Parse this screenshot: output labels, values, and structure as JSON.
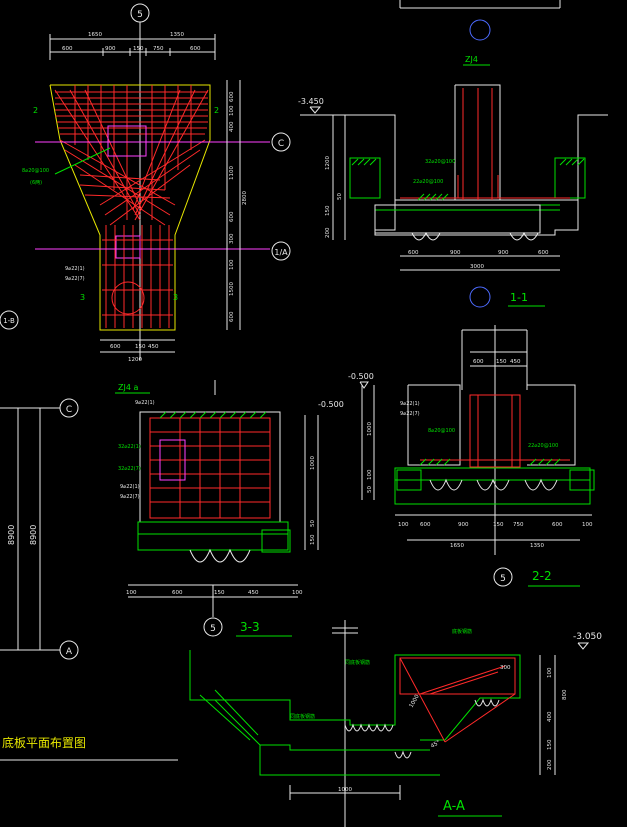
{
  "axes": {
    "top_5": "5",
    "c_top": "C",
    "a_1": "1/A",
    "b_1": "1-B",
    "c_left": "C",
    "a_left": "A",
    "five_mid": "5",
    "five_bottom": "5",
    "circle_top_right": "",
    "circle_mid_right": ""
  },
  "plan": {
    "top_dims": [
      "1650",
      "1350"
    ],
    "sub_dims": [
      "600",
      "900",
      "150",
      "750",
      "600"
    ],
    "right_dims": [
      "600",
      "100",
      "400",
      "1100",
      "600",
      "300",
      "100",
      "1500",
      "600"
    ],
    "right_total": "2800",
    "bottom_dims": [
      "600",
      "150",
      "450"
    ],
    "bottom_total": "1200",
    "section_2": "2",
    "section_3": "3",
    "rebar_left": "8⌀20@100",
    "rebar_left_2": "(6两)",
    "rebar_lower_1": "9⌀22(1)",
    "rebar_lower_2": "9⌀22(7)",
    "plan_title": "底板平面布置图"
  },
  "sec11": {
    "label": "ZJ4",
    "elev": "-3.450",
    "rebar_a": "32⌀20@100",
    "rebar_b": "22⌀20@100",
    "v_dims": [
      "1200",
      "50",
      "150",
      "200"
    ],
    "bottom_dims": [
      "600",
      "900",
      "900",
      "600"
    ],
    "bottom_total": "3000",
    "title": "1-1"
  },
  "zj4a": {
    "label": "ZJ4 a",
    "top_rebar": "9⌀22(1)",
    "elev": "-0.500",
    "rebar_1": "32⌀22(1)",
    "rebar_2": "32⌀22(7)",
    "rebar_3": "9⌀22(1)",
    "rebar_4": "9⌀22(7)",
    "v_dims": [
      "1000",
      "50",
      "150"
    ],
    "bottom_dims": [
      "100",
      "600",
      "150",
      "450",
      "100"
    ],
    "title": "3-3"
  },
  "sec22": {
    "elev": "-0.500",
    "top_dims": [
      "600",
      "150",
      "450"
    ],
    "rebar_1": "9⌀22(1)",
    "rebar_2": "9⌀22(7)",
    "rebar_3": "8⌀20@100",
    "rebar_4": "22⌀20@100",
    "v_dims": [
      "1000",
      "50",
      "100"
    ],
    "bottom_dims": [
      "100",
      "600",
      "900",
      "150",
      "750",
      "600",
      "100"
    ],
    "bottom_total": [
      "1650",
      "1350"
    ],
    "title": "2-2"
  },
  "left_dims": [
    "8900",
    "8900"
  ],
  "secAA": {
    "note_1": "底板钢筋",
    "note_2": "同底板钢筋",
    "note_3": "同底板钢筋",
    "elev": "-3.050",
    "dim_300": "300",
    "v_dims": [
      "100",
      "800",
      "400",
      "150",
      "200"
    ],
    "dim_slope": "1000",
    "dim_slope2": "45°",
    "bottom_dim": "1000",
    "title": "A-A"
  }
}
